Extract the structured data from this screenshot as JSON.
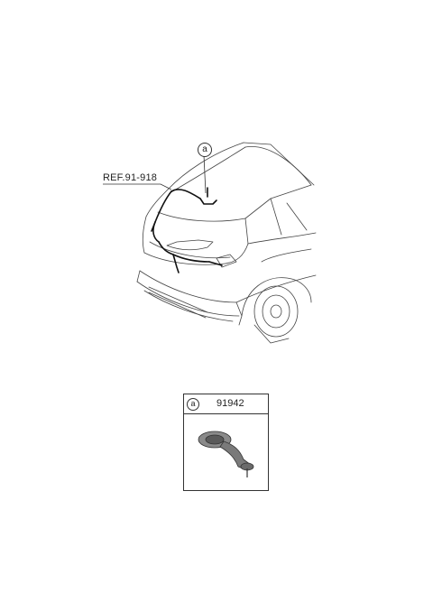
{
  "diagram": {
    "ref_label": "REF.91-918",
    "callout_letter": "a"
  },
  "part": {
    "callout_letter": "a",
    "part_number": "91942"
  }
}
